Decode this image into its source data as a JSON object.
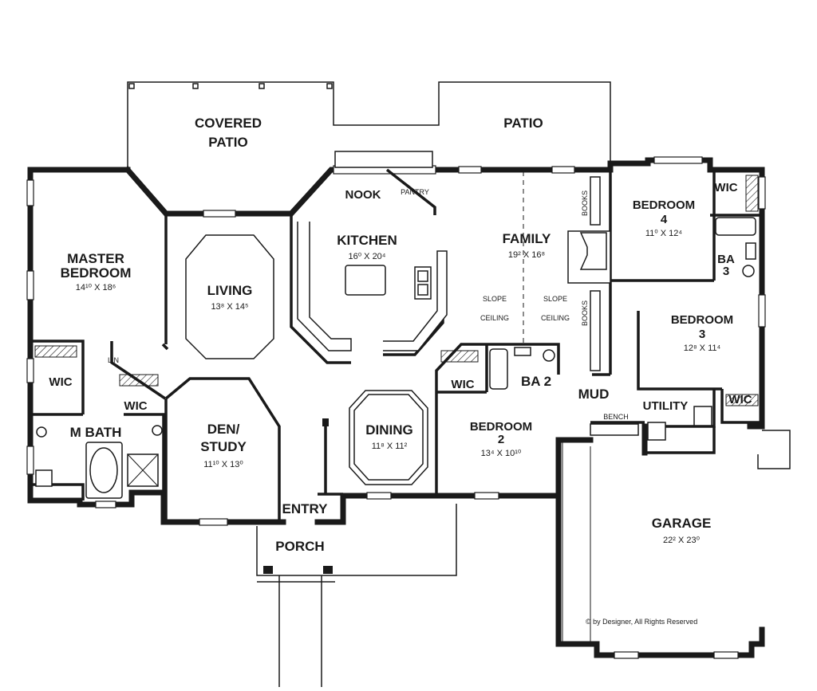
{
  "rooms": {
    "covered_patio": {
      "line1": "COVERED",
      "line2": "PATIO"
    },
    "patio": {
      "label": "PATIO"
    },
    "nook": {
      "label": "NOOK"
    },
    "pantry": {
      "label": "PANTRY"
    },
    "kitchen": {
      "label": "KITCHEN",
      "dims": "16⁰ X 20⁴"
    },
    "family": {
      "label": "FAMILY",
      "dims": "19² X 16⁸"
    },
    "bedroom4": {
      "line1": "BEDROOM",
      "line2": "4",
      "dims": "11⁰ X 12⁴"
    },
    "wic_bed4": {
      "label": "WIC"
    },
    "ba3": {
      "line1": "BA",
      "line2": "3"
    },
    "master_bedroom": {
      "line1": "MASTER",
      "line2": "BEDROOM",
      "dims": "14¹⁰ X 18⁶"
    },
    "living": {
      "label": "LIVING",
      "dims": "13⁸ X 14⁵"
    },
    "bedroom3": {
      "label": "BEDROOM",
      "number": "3",
      "dims": "12⁸ X 11⁴"
    },
    "wic_master1": {
      "label": "WIC"
    },
    "lin": {
      "label": "LIN"
    },
    "wic_master2": {
      "label": "WIC"
    },
    "m_bath": {
      "label": "M BATH"
    },
    "den_study": {
      "line1": "DEN/",
      "line2": "STUDY",
      "dims": "11¹⁰ X 13⁰"
    },
    "dining": {
      "label": "DINING",
      "dims": "11⁸ X 11²"
    },
    "wic_bed2": {
      "label": "WIC"
    },
    "ba2": {
      "label": "BA 2"
    },
    "mud": {
      "label": "MUD"
    },
    "utility": {
      "label": "UTILITY"
    },
    "wic_bed3": {
      "label": "WIC"
    },
    "bench": {
      "label": "BENCH"
    },
    "bedroom2": {
      "label": "BEDROOM",
      "number": "2",
      "dims": "13⁴ X 10¹⁰"
    },
    "entry": {
      "label": "ENTRY"
    },
    "porch": {
      "label": "PORCH"
    },
    "garage": {
      "label": "GARAGE",
      "dims": "22² X 23⁰"
    }
  },
  "annotations": {
    "slope_left": {
      "line1": "SLOPE",
      "line2": "CEILING"
    },
    "slope_right": {
      "line1": "SLOPE",
      "line2": "CEILING"
    },
    "books_top": "BOOKS",
    "books_bottom": "BOOKS",
    "copyright": "© by Designer, All Rights Reserved"
  }
}
